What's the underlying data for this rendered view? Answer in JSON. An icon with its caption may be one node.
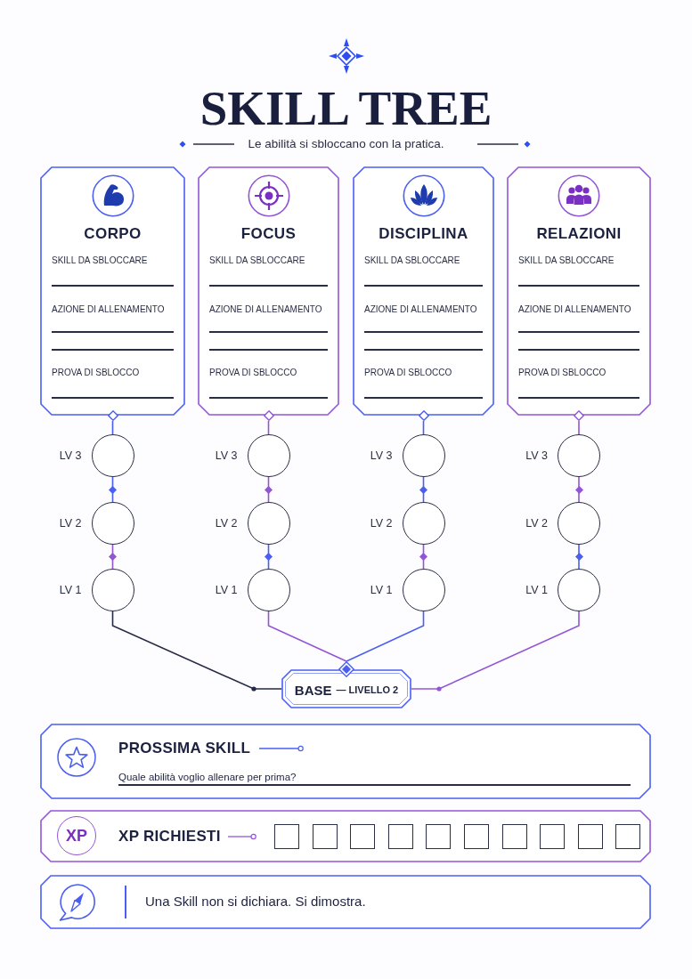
{
  "diagram": {
    "title": "SKILL TREE",
    "nodes": [
      {
        "text": [
          "CORPO",
          "SKILL DA SBLOCCARE",
          "AZIONE DI ALLENAMENTO",
          "PROVA DI SBLOCCO"
        ]
      },
      {
        "text": [
          "FOCUS",
          "SKILL DA SBLOCCARE",
          "AZIONE DI ALLENAMENTO",
          "PROVA DI SBLOCCO"
        ]
      },
      {
        "text": [
          "DISCIPLINA",
          "SKILL DA SBLOCCARE",
          "AZIONE DI ALLENAMENTO",
          "PROVA DI SBLOCCO"
        ]
      },
      {
        "text": [
          "RELAZIONI",
          "SKILL DA SBLOCCARE",
          "AZIONE DI ALLENAMENTO",
          "PROVA DI SBLOCCO"
        ]
      },
      {
        "text": [],
        "shape": "circle",
        "beside": [
          "LV 3"
        ]
      },
      {
        "text": [],
        "shape": "circle",
        "beside": [
          "LV 3"
        ]
      },
      {
        "text": [],
        "shape": "circle",
        "beside": [
          "LV 3"
        ]
      },
      {
        "text": [],
        "shape": "circle",
        "beside": [
          "LV 3"
        ]
      },
      {
        "text": [],
        "shape": "circle",
        "beside": [
          "LV 2"
        ]
      },
      {
        "text": [],
        "shape": "circle",
        "beside": [
          "LV 2"
        ]
      },
      {
        "text": [],
        "shape": "circle",
        "beside": [
          "LV 2"
        ]
      },
      {
        "text": [],
        "shape": "circle",
        "beside": [
          "LV 2"
        ]
      },
      {
        "text": [],
        "shape": "circle",
        "beside": [
          "LV 1"
        ]
      },
      {
        "text": [],
        "shape": "circle",
        "beside": [
          "LV 1"
        ]
      },
      {
        "text": [],
        "shape": "circle",
        "beside": [
          "LV 1"
        ]
      },
      {
        "text": [],
        "shape": "circle",
        "beside": [
          "LV 1"
        ]
      },
      {
        "text": [
          "BASE",
          "— LIVELLO 2"
        ]
      },
      {
        "text": [
          "PROSSIMA SKILL",
          "Quale abilità voglio allenare per prima?"
        ]
      },
      {
        "text": [
          "XP RICHIESTI"
        ]
      },
      {
        "text": [
          "XP"
        ],
        "in": 18
      },
      {
        "text": [
          "Una Skill non si dichiara. Si dimostra."
        ]
      }
    ],
    "edges": [
      {
        "from": 0,
        "to": 4,
        "arrow": "none",
        "color": "#4a5ff2"
      },
      {
        "from": 1,
        "to": 5,
        "arrow": "none"
      },
      {
        "from": 2,
        "to": 6,
        "arrow": "none",
        "color": "#4a5ff2"
      },
      {
        "from": 3,
        "to": 7,
        "arrow": "none"
      },
      {
        "from": 4,
        "to": 8,
        "arrow": "none",
        "color": "#4a5ff2"
      },
      {
        "from": 5,
        "to": 9,
        "arrow": "none"
      },
      {
        "from": 6,
        "to": 10,
        "arrow": "none",
        "color": "#4a5ff2"
      },
      {
        "from": 7,
        "to": 11,
        "arrow": "none"
      },
      {
        "from": 8,
        "to": 12,
        "arrow": "none"
      },
      {
        "from": 9,
        "to": 13,
        "arrow": "none",
        "color": "#4a5ff2"
      },
      {
        "from": 10,
        "to": 14,
        "arrow": "none"
      },
      {
        "from": 11,
        "to": 15,
        "arrow": "none",
        "color": "#4a5ff2"
      },
      {
        "from": 12,
        "to": 16,
        "arrow": "other",
        "color": "#262a45"
      },
      {
        "from": 13,
        "to": 16,
        "arrow": "none"
      },
      {
        "from": 14,
        "to": 16,
        "arrow": "none",
        "color": "#4a5ff2"
      },
      {
        "from": 15,
        "to": 16,
        "arrow": "other"
      }
    ],
    "labels": [
      "Le abilità si sbloccano con la pratica."
    ]
  }
}
